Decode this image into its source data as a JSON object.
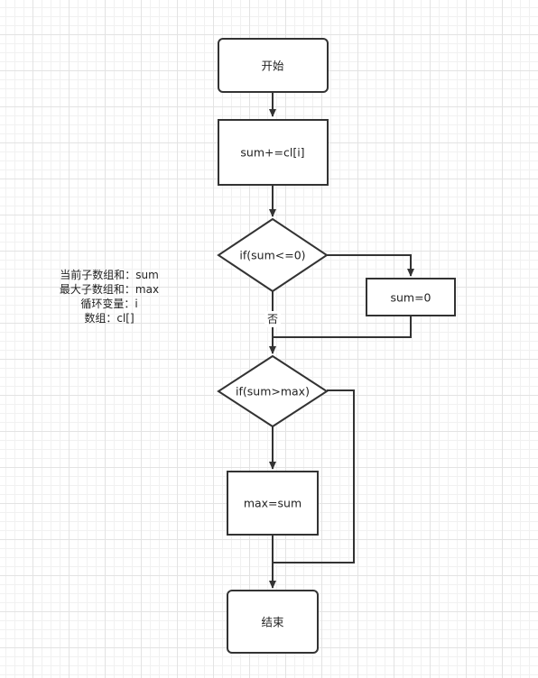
{
  "nodes": {
    "start": "开始",
    "accumulate": "sum+=cl[i]",
    "check_nonpositive": "if(sum<=0)",
    "reset_sum": "sum=0",
    "check_max": "if(sum>max)",
    "update_max": "max=sum",
    "end": "结束"
  },
  "edges": {
    "no_label": "否"
  },
  "legend": {
    "lines": [
      "当前子数组和：sum",
      "最大子数组和：max",
      "循环变量：i",
      "数组：cl[]"
    ]
  },
  "colors": {
    "stroke": "#333333",
    "background": "#ffffff",
    "grid": "#e3e3e3"
  }
}
